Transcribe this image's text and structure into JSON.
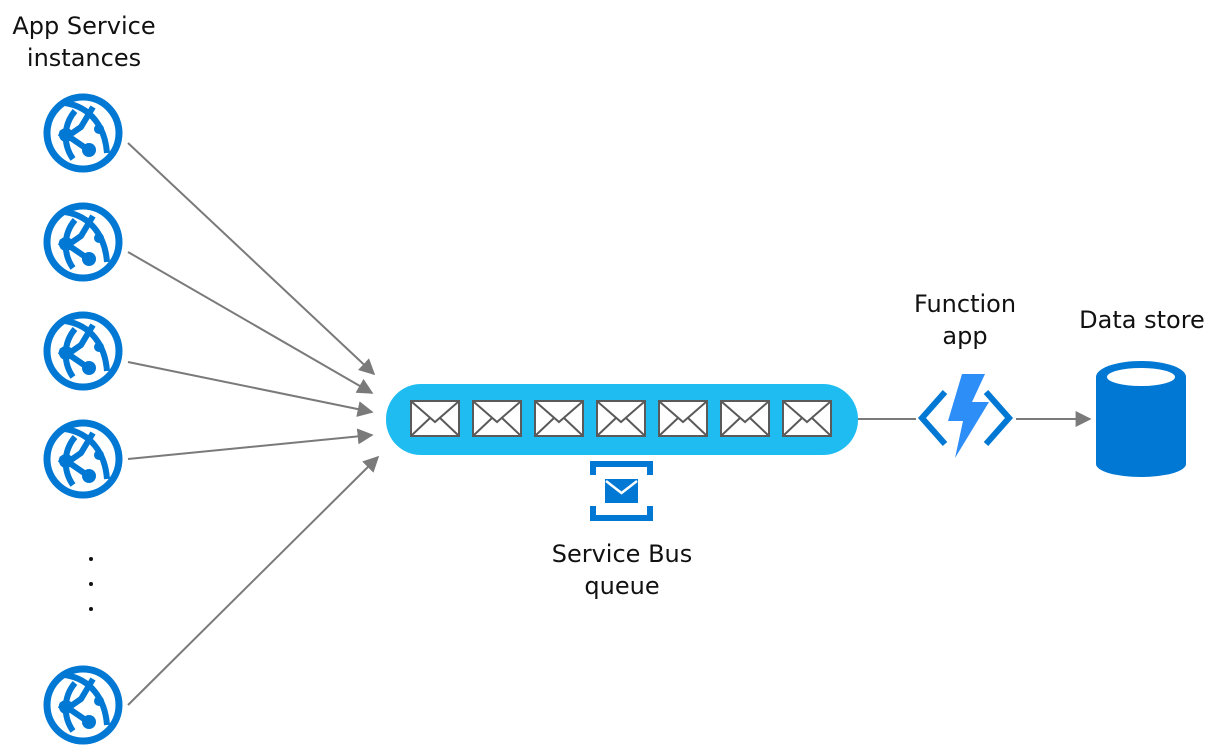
{
  "app_service": {
    "label_line1": "App Service",
    "label_line2": "instances",
    "icon": "app-service-globe-icon",
    "instance_count_shown": 5,
    "ellipsis": "..."
  },
  "service_bus": {
    "label_line1": "Service Bus",
    "label_line2": "queue",
    "icon": "service-bus-queue-icon",
    "message_count": 7,
    "message_icon": "envelope-icon"
  },
  "function_app": {
    "label_line1": "Function",
    "label_line2": "app",
    "icon": "azure-functions-bolt-icon"
  },
  "data_store": {
    "label": "Data store",
    "icon": "database-cylinder-icon"
  },
  "colors": {
    "azure_blue": "#0078d4",
    "queue_fill": "#1ebcf0",
    "bolt": "#2d8ef7",
    "arrow": "#7a7a7a",
    "text": "#111111"
  }
}
